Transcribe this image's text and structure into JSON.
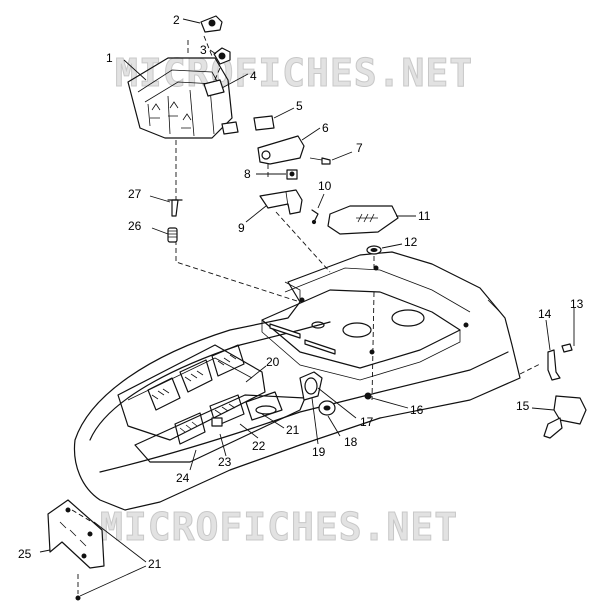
{
  "watermark": {
    "text": "MICROFICHES.NET"
  },
  "callouts": {
    "c1": "1",
    "c2": "2",
    "c3": "3",
    "c4": "4",
    "c5": "5",
    "c6": "6",
    "c7": "7",
    "c8": "8",
    "c9": "9",
    "c10": "10",
    "c11": "11",
    "c12": "12",
    "c13": "13",
    "c14": "14",
    "c15": "15",
    "c16": "16",
    "c17": "17",
    "c18": "18",
    "c19": "19",
    "c20": "20",
    "c21a": "21",
    "c21b": "21",
    "c22": "22",
    "c23": "23",
    "c24": "24",
    "c25": "25",
    "c26": "26",
    "c27": "27"
  },
  "colors": {
    "ink": "#111111",
    "background": "#ffffff",
    "watermark": "#e2e2e2"
  }
}
